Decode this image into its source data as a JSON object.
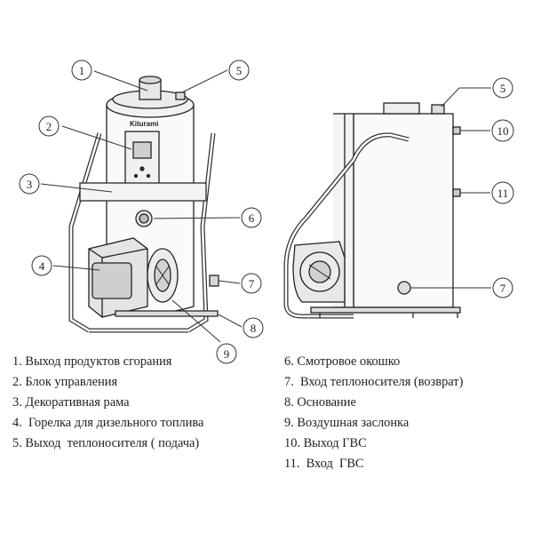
{
  "brand_label": "Kiturami",
  "callouts_left": [
    "1",
    "2",
    "3",
    "4",
    "5",
    "6",
    "7",
    "8",
    "9"
  ],
  "callouts_right": [
    "5",
    "10",
    "11",
    "7"
  ],
  "legend_left": [
    "1. Выход продуктов сгорания",
    "2. Блок управления",
    "3. Декоративная рама",
    "4.  Горелка для дизельного топлива",
    "5. Выход  теплоносителя ( подача)"
  ],
  "legend_right": [
    "6. Смотровое окошко",
    "7.  Вход теплоносителя (возврат)",
    "8. Основание",
    "9. Воздушная заслонка",
    "10. Выход ГВС",
    "11.  Вход  ГВС"
  ]
}
